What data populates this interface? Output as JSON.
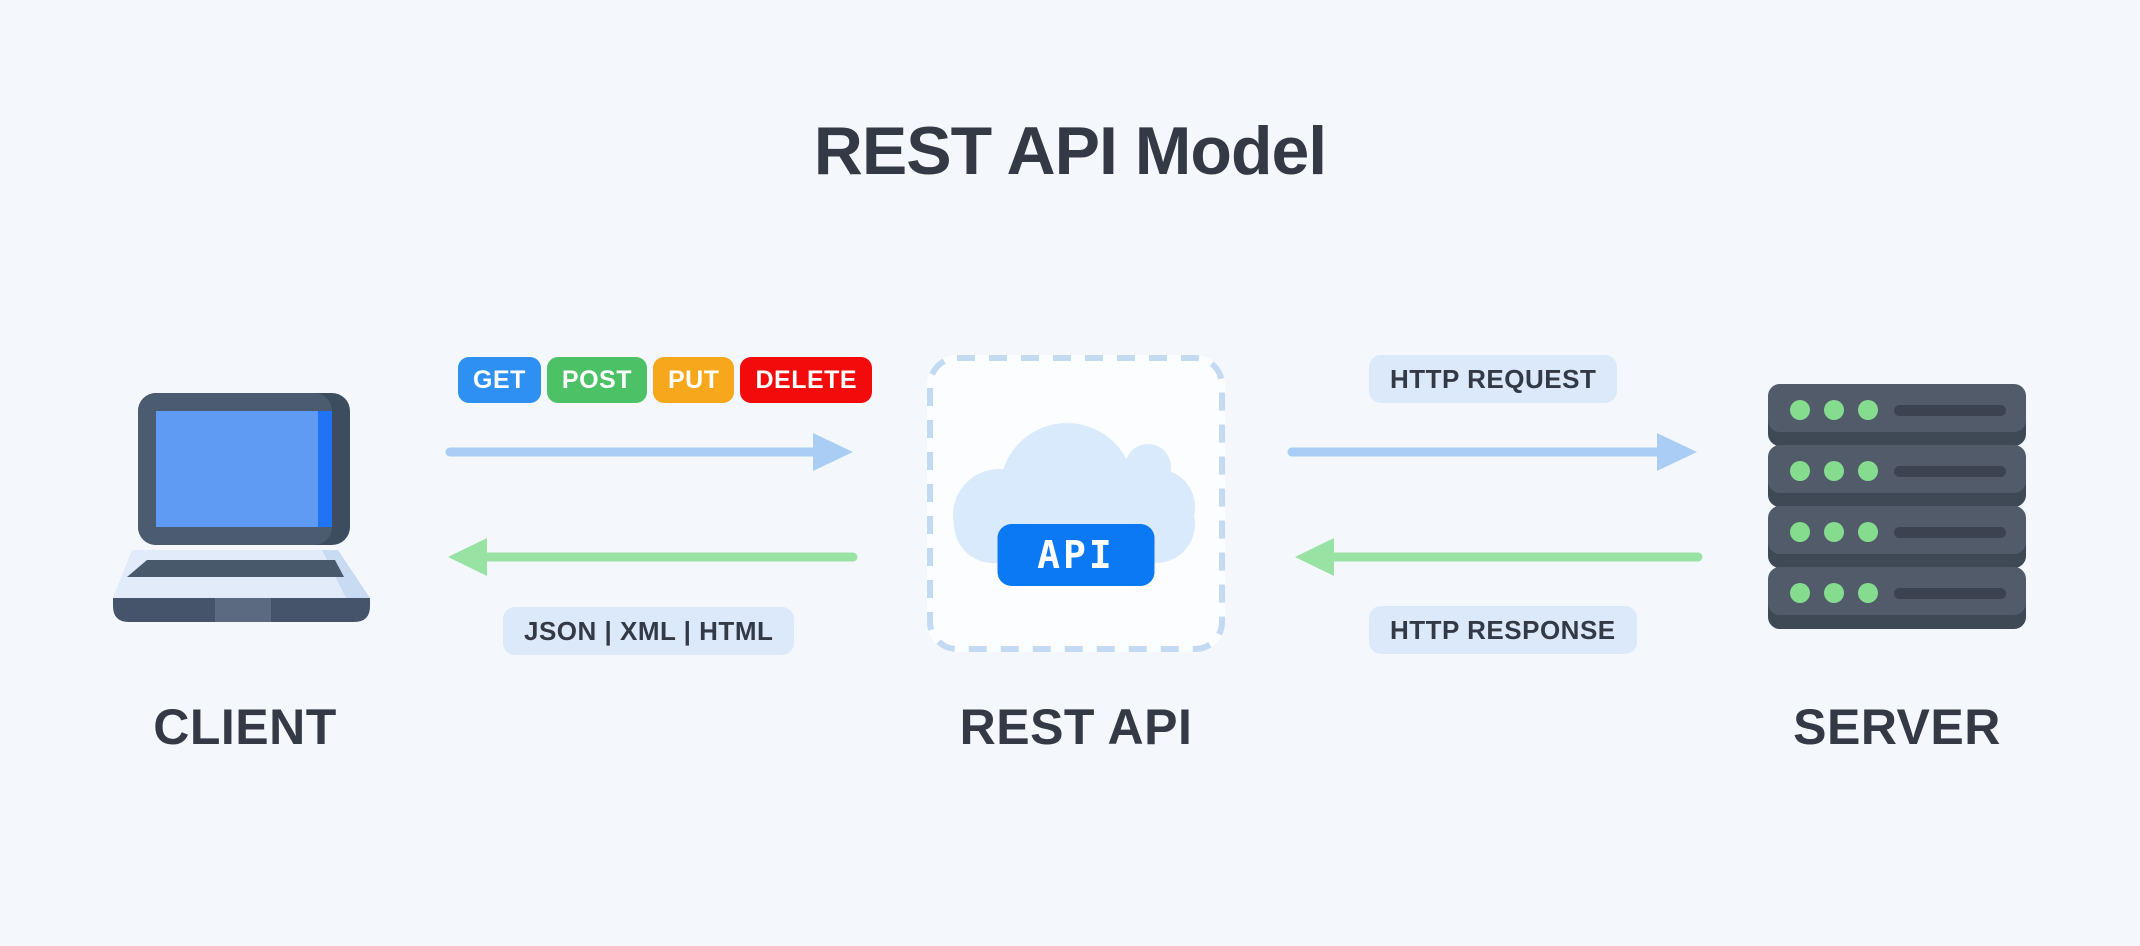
{
  "diagram_title": "REST API Model",
  "client": {
    "label": "CLIENT",
    "icon": "laptop-icon"
  },
  "api": {
    "label": "REST API",
    "badge_text": "API",
    "icon": "cloud-icon"
  },
  "server": {
    "label": "SERVER",
    "icon": "server-rack-icon"
  },
  "methods": [
    {
      "label": "GET",
      "color": "#2e90f3"
    },
    {
      "label": "POST",
      "color": "#4cc166"
    },
    {
      "label": "PUT",
      "color": "#f6a71b"
    },
    {
      "label": "DELETE",
      "color": "#f30b0b"
    }
  ],
  "labels": {
    "response_formats": "JSON | XML | HTML",
    "http_request": "HTTP REQUEST",
    "http_response": "HTTP RESPONSE"
  },
  "colors": {
    "background": "#f4f8fc",
    "heading_text": "#333a46",
    "pill_bg": "#dbe9fb",
    "pill_text": "#333a46",
    "arrow_blue": "#a9cdf4",
    "arrow_green": "#98e2a4",
    "api_box_border": "#c3daf3",
    "api_box_bg": "#fcfdff",
    "cloud": "#d8eafc",
    "api_badge_bg": "#0b79f4",
    "api_badge_text": "#ffffff",
    "laptop_bezel": "#4b5b70",
    "laptop_bezel_shadow": "#3d4d60",
    "laptop_screen": "#5f9af3",
    "laptop_screen_strip": "#2173f5",
    "laptop_base": "#e2ebf9",
    "laptop_base_shadow": "#c9dbf3",
    "laptop_keyboard": "#49596c",
    "laptop_bottom": "#45536b",
    "laptop_notch": "#5c6a81",
    "server_body": "#525b69",
    "server_shadow": "#3f4855",
    "server_led": "#85dc8f",
    "server_slot": "#3b4350"
  }
}
